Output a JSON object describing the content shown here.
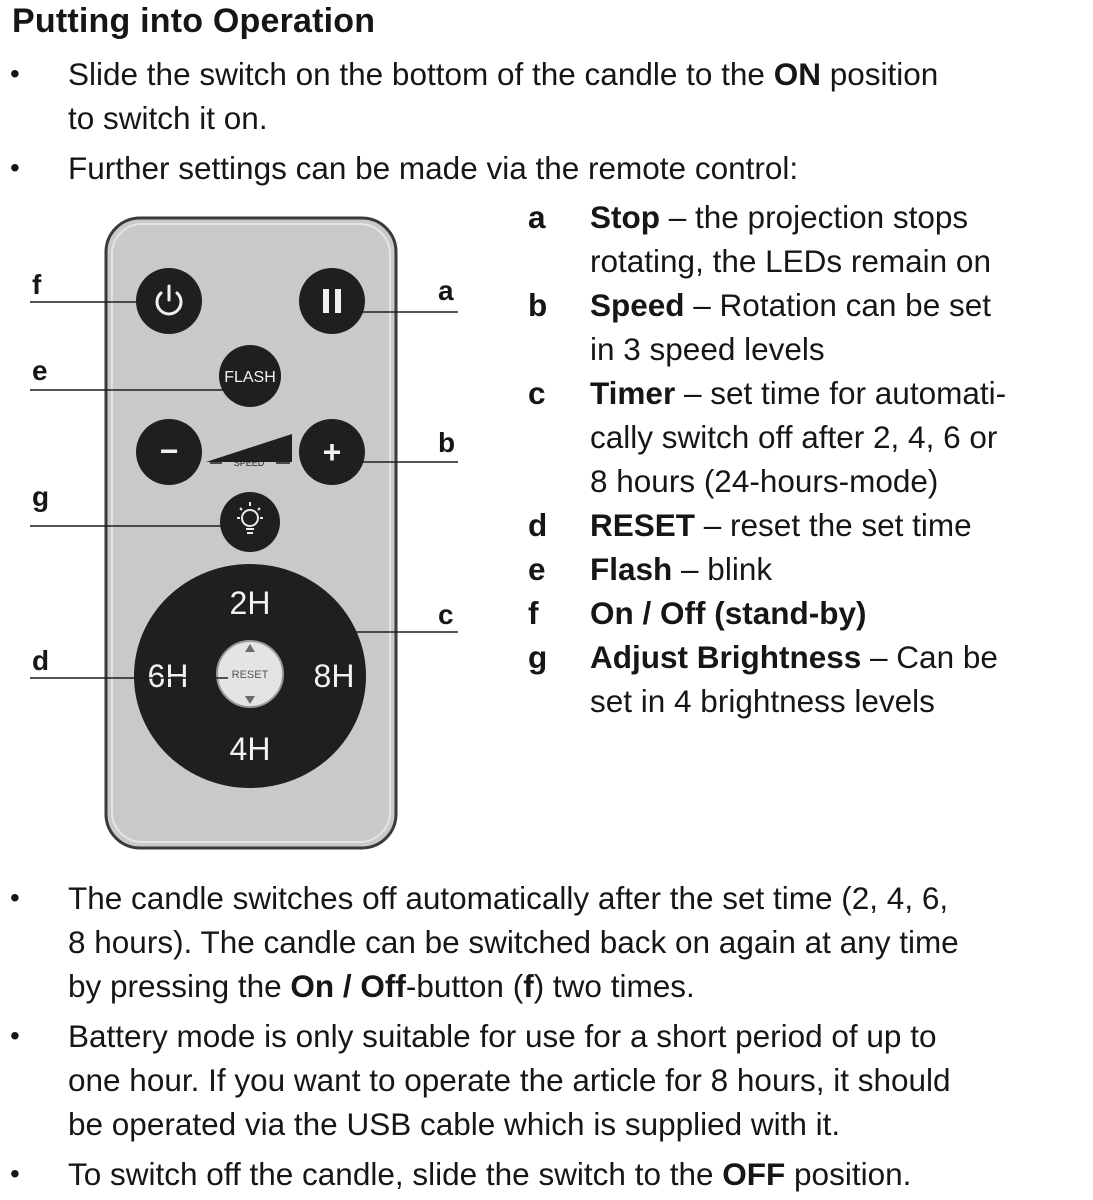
{
  "title": "Putting into Operation",
  "intro_bullets": [
    {
      "dot": "•",
      "before": "Slide the switch on the bottom of the candle to the ",
      "bold": "ON",
      "after": " position\nto switch it on."
    },
    {
      "dot": "•",
      "text": "Further settings can be made via the remote control:"
    }
  ],
  "remote": {
    "callouts": [
      "f",
      "a",
      "e",
      "b",
      "g",
      "c",
      "d"
    ],
    "buttons": {
      "flash": "FLASH",
      "minus": "−",
      "plus": "+",
      "speed": "SPEED",
      "timer_2h": "2H",
      "timer_4h": "4H",
      "timer_6h": "6H",
      "timer_8h": "8H",
      "reset": "RESET"
    },
    "colors": {
      "body": "#c8c8c8",
      "body_outline": "#3a3a3a",
      "button": "#1f1f1f",
      "reset_button": "#e6e6e6"
    }
  },
  "legend": [
    {
      "letter": "a",
      "term": "Stop",
      "desc": " – the projection stops\nrotating, the LEDs remain on"
    },
    {
      "letter": "b",
      "term": "Speed",
      "desc": " – Rotation can be set\nin 3 speed levels"
    },
    {
      "letter": "c",
      "term": "Timer",
      "desc": " – set time for automati-\ncally switch off after 2, 4, 6 or\n8 hours (24-hours-mode)"
    },
    {
      "letter": "d",
      "term": "RESET",
      "desc": " – reset the set time"
    },
    {
      "letter": "e",
      "term": "Flash",
      "desc": " – blink"
    },
    {
      "letter": "f",
      "term": "On / Off (stand-by)",
      "desc": ""
    },
    {
      "letter": "g",
      "term": "Adjust Brightness",
      "desc": " – Can be\nset in 4 brightness levels"
    }
  ],
  "outro_bullets": [
    {
      "dot": "•",
      "p1": "The candle switches off automatically after the set time (2, 4, 6,\n8 hours). The candle can be switched back on again at any time\nby pressing the ",
      "b1": "On / Off",
      "p2": "-button (",
      "b2": "f",
      "p3": ") two times."
    },
    {
      "dot": "•",
      "text": "Battery mode is only suitable for use for a short period of up to\none hour. If you want to operate the article for 8 hours, it should\nbe operated via the USB cable which is supplied with it."
    },
    {
      "dot": "•",
      "before": "To switch off the candle, slide the switch to the ",
      "bold": "OFF",
      "after": " position."
    }
  ]
}
